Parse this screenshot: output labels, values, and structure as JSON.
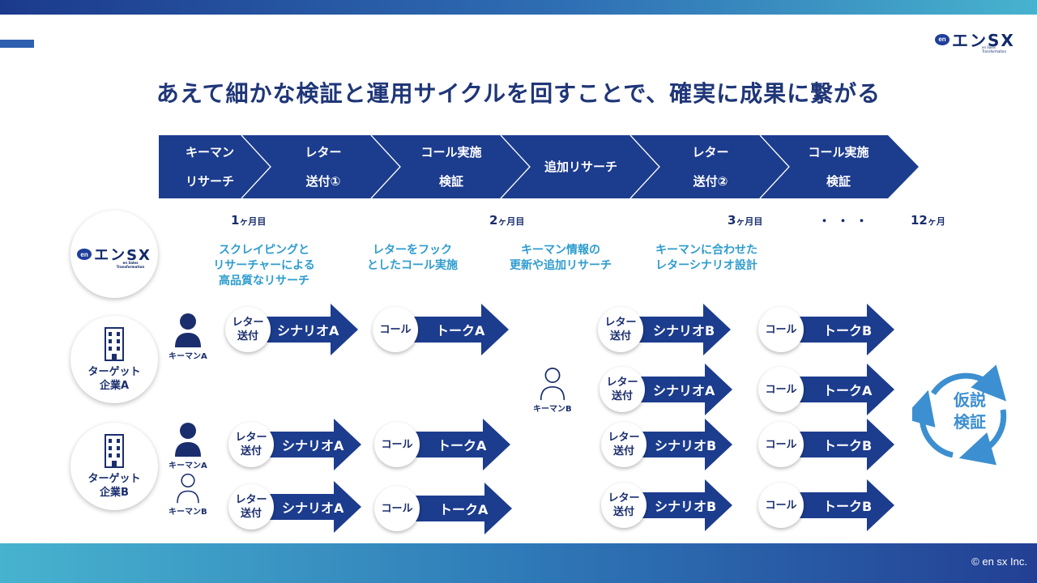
{
  "header": {
    "logo_mark": "en",
    "logo_word": "エンSX",
    "logo_sub": "en Sales Transformation",
    "title": "あえて細かな検証と運用サイクルを回すことで、確実に成果に繋がる"
  },
  "steps": [
    {
      "line1": "キーマン",
      "line2": "リサーチ"
    },
    {
      "line1": "レター",
      "line2": "送付①"
    },
    {
      "line1": "コール実施",
      "line2": "検証"
    },
    {
      "line1": "追加リサーチ",
      "line2": ""
    },
    {
      "line1": "レター",
      "line2": "送付②"
    },
    {
      "line1": "コール実施",
      "line2": "検証"
    }
  ],
  "timeline": {
    "m1": {
      "num": "1",
      "unit": "ヶ月目"
    },
    "m2": {
      "num": "2",
      "unit": "ヶ月目"
    },
    "m3": {
      "num": "3",
      "unit": "ヶ月目"
    },
    "dots": "・・・",
    "m12": {
      "num": "12",
      "unit": "ヶ月"
    }
  },
  "descriptions": [
    {
      "l1": "スクレイピングと",
      "l2": "リサーチャーによる",
      "l3": "高品質なリサーチ"
    },
    {
      "l1": "レターをフック",
      "l2": "としたコール実施",
      "l3": ""
    },
    {
      "l1": "キーマン情報の",
      "l2": "更新や追加リサーチ",
      "l3": ""
    },
    {
      "l1": "キーマンに合わせた",
      "l2": "レターシナリオ設計",
      "l3": ""
    }
  ],
  "companies": {
    "a": {
      "l1": "ターゲット",
      "l2": "企業A"
    },
    "b": {
      "l1": "ターゲット",
      "l2": "企業B"
    }
  },
  "people": {
    "keymanA_1": "キーマンA",
    "keymanA_2": "キーマンA",
    "keymanB_1": "キーマンB",
    "keymanB_2": "キーマンB"
  },
  "labels": {
    "letter_l1": "レター",
    "letter_l2": "送付",
    "call": "コール"
  },
  "rows": {
    "r1": {
      "s1": "シナリオA",
      "t1": "トークA",
      "s2": "シナリオB",
      "t2": "トークB"
    },
    "r2": {
      "s2": "シナリオA",
      "t2": "トークA"
    },
    "r3": {
      "s1": "シナリオA",
      "t1": "トークA",
      "s2": "シナリオB",
      "t2": "トークB"
    },
    "r4": {
      "s1": "シナリオA",
      "t1": "トークA",
      "s2": "シナリオB",
      "t2": "トークB"
    }
  },
  "cycle": {
    "l1": "仮説",
    "l2": "検証"
  },
  "footer": {
    "copyright": "© en sx Inc."
  },
  "colors": {
    "navy": "#1c3c8e",
    "accent_cyan": "#2e9ccf",
    "cycle_blue": "#3c8fd0"
  }
}
